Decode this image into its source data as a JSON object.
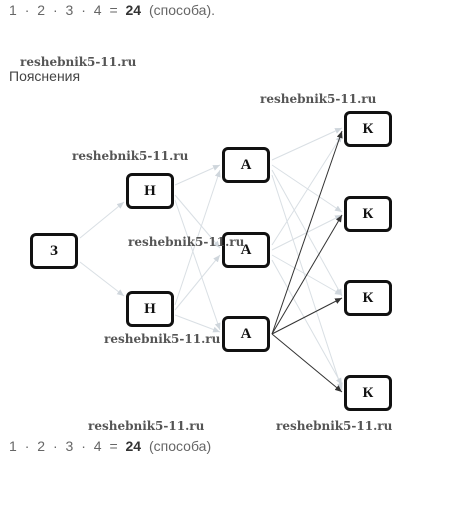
{
  "formula": {
    "parts": [
      "1",
      "·",
      "2",
      "·",
      "3",
      "·",
      "4",
      "="
    ],
    "result": "24",
    "suffix": "(способа)."
  },
  "formula_bottom": {
    "parts": [
      "1",
      "·",
      "2",
      "·",
      "3",
      "·",
      "4",
      "="
    ],
    "result": "24",
    "suffix": "(способа)"
  },
  "heading": "Пояснения",
  "watermark": "reshebnik5-11.ru",
  "diagram": {
    "root": "З",
    "level1": [
      "Н",
      "Н"
    ],
    "level2": [
      "А",
      "А",
      "А"
    ],
    "level3": [
      "К",
      "К",
      "К",
      "К"
    ]
  }
}
